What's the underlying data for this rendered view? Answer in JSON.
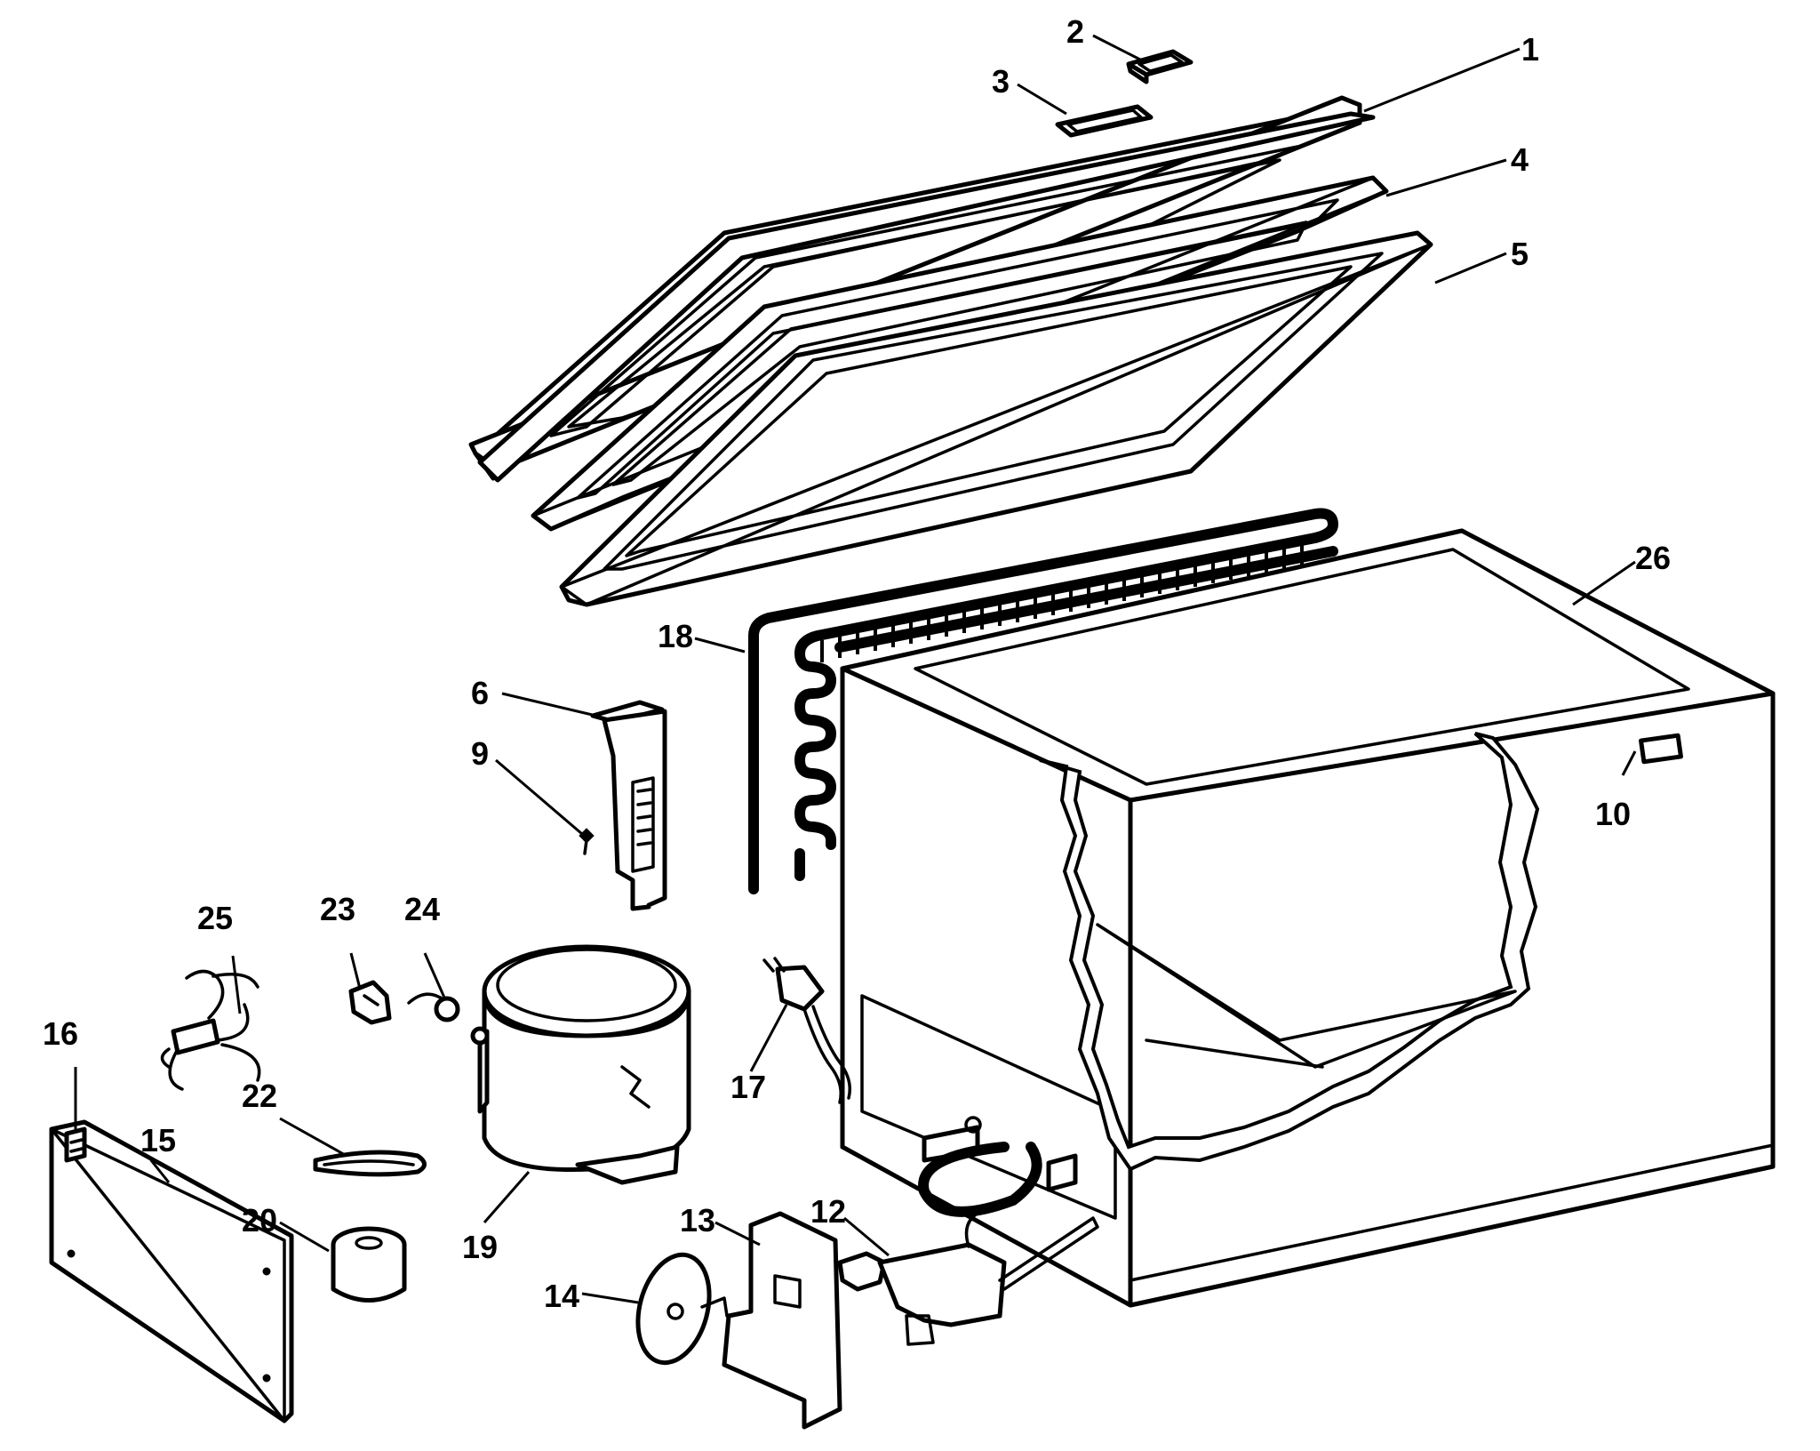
{
  "diagram": {
    "callouts": [
      {
        "id": "1",
        "label": "1"
      },
      {
        "id": "2",
        "label": "2"
      },
      {
        "id": "3",
        "label": "3"
      },
      {
        "id": "4",
        "label": "4"
      },
      {
        "id": "5",
        "label": "5"
      },
      {
        "id": "6",
        "label": "6"
      },
      {
        "id": "9",
        "label": "9"
      },
      {
        "id": "10",
        "label": "10"
      },
      {
        "id": "12",
        "label": "12"
      },
      {
        "id": "13",
        "label": "13"
      },
      {
        "id": "14",
        "label": "14"
      },
      {
        "id": "15",
        "label": "15"
      },
      {
        "id": "16",
        "label": "16"
      },
      {
        "id": "17",
        "label": "17"
      },
      {
        "id": "18",
        "label": "18"
      },
      {
        "id": "19",
        "label": "19"
      },
      {
        "id": "20",
        "label": "20"
      },
      {
        "id": "22",
        "label": "22"
      },
      {
        "id": "23",
        "label": "23"
      },
      {
        "id": "24",
        "label": "24"
      },
      {
        "id": "25",
        "label": "25"
      },
      {
        "id": "26",
        "label": "26"
      }
    ]
  },
  "colors": {
    "line": "#000000",
    "background": "#ffffff"
  }
}
